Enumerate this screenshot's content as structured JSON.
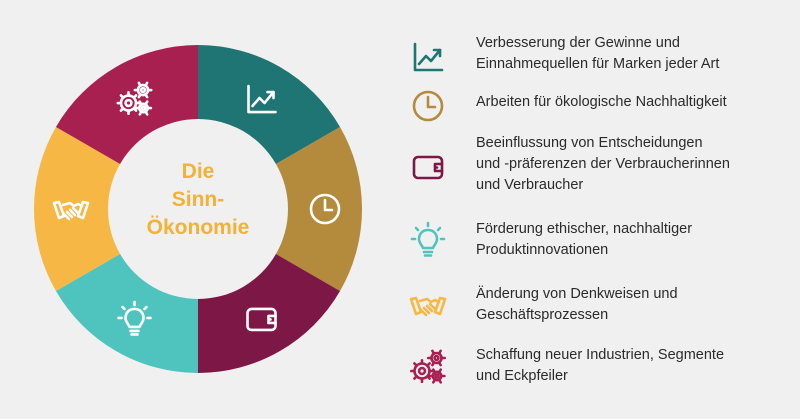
{
  "colors": {
    "teal": "#1f7474",
    "gold": "#b48a3c",
    "maroon": "#7c1746",
    "aqua": "#4fc3bd",
    "yellow": "#f7b744",
    "crimson": "#a8204f",
    "title": "#f2b236",
    "background": "#f0f0f0"
  },
  "center": {
    "line1": "Die",
    "line2": "Sinn-",
    "line3": "Ökonomie"
  },
  "segments": [
    {
      "icon": "chart-trend-icon",
      "color": "#1f7474"
    },
    {
      "icon": "clock-icon",
      "color": "#b48a3c"
    },
    {
      "icon": "wallet-icon",
      "color": "#7c1746"
    },
    {
      "icon": "lightbulb-icon",
      "color": "#4fc3bd"
    },
    {
      "icon": "handshake-icon",
      "color": "#f7b744"
    },
    {
      "icon": "gears-icon",
      "color": "#a8204f"
    }
  ],
  "legend": [
    {
      "icon": "chart-trend-icon",
      "color": "#1f7474",
      "lines": [
        "Verbesserung der Gewinne und",
        "Einnahmequellen für Marken jeder Art"
      ]
    },
    {
      "icon": "clock-icon",
      "color": "#b48a3c",
      "lines": [
        "Arbeiten für ökologische Nachhaltigkeit"
      ]
    },
    {
      "icon": "wallet-icon",
      "color": "#7c1746",
      "lines": [
        "Beeinflussung von Entscheidungen",
        "und -präferenzen der Verbraucherinnen",
        "und Verbraucher"
      ]
    },
    {
      "icon": "lightbulb-icon",
      "color": "#4fc3bd",
      "lines": [
        "Förderung ethischer, nachhaltiger",
        "Produktinnovationen"
      ]
    },
    {
      "icon": "handshake-icon",
      "color": "#f7b744",
      "lines": [
        "Änderung von Denkweisen und",
        "Geschäftsprozessen"
      ]
    },
    {
      "icon": "gears-icon",
      "color": "#a8204f",
      "lines": [
        "Schaffung neuer Industrien, Segmente",
        "und Eckpfeiler"
      ]
    }
  ]
}
